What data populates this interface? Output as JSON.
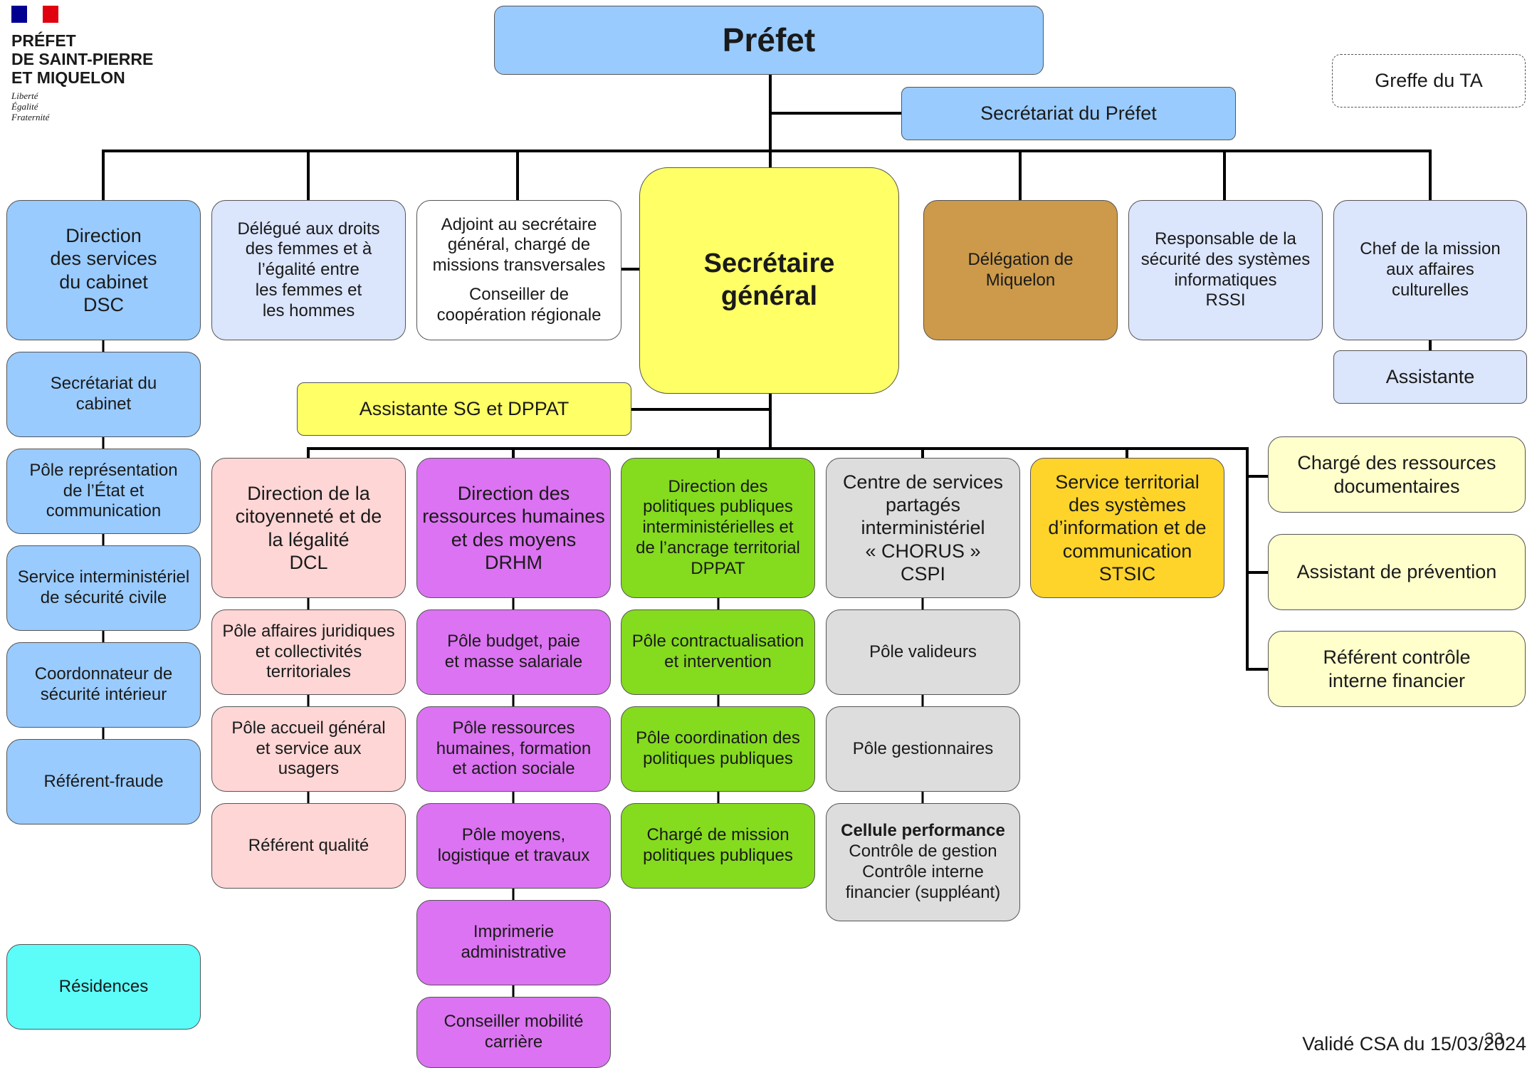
{
  "header": {
    "org_name": "PRÉFET\nDE SAINT-PIERRE\nET MIQUELON",
    "motto": "Liberté\nÉgalité\nFraternité",
    "flag_colors": [
      "#000091",
      "#ffffff",
      "#e1000f"
    ]
  },
  "top": {
    "prefet": "Préfet",
    "secretariat_prefet": "Secrétariat du Préfet",
    "greffe": "Greffe du TA"
  },
  "row1": {
    "dsc": "Direction\ndes services\ndu cabinet\nDSC",
    "delegue_droits_femmes": "Délégué aux droits\ndes femmes et à\nl’égalité entre\nles femmes et\nles hommes",
    "adjoint_sg": [
      "Adjoint au secrétaire\ngénéral, chargé de\nmissions transversales",
      "Conseiller de\ncoopération régionale"
    ],
    "secretaire_general": "Secrétaire\ngénéral",
    "delegation_miquelon": "Délégation de\nMiquelon",
    "rssi": "Responsable de la\nsécurité des systèmes\ninformatiques\nRSSI",
    "mission_culturelle": "Chef de la mission\naux affaires\nculturelles",
    "assistante_culture": "Assistante"
  },
  "cabinet": [
    "Secrétariat du\ncabinet",
    "Pôle représentation\nde l’État et\ncommunication",
    "Service interministériel\nde sécurité civile",
    "Coordonnateur de\nsécurité intérieur",
    "Référent-fraude"
  ],
  "residences": "Résidences",
  "assistante_sg": "Assistante SG et DPPAT",
  "directions": {
    "dcl": "Direction de la\ncitoyenneté et de\nla légalité\nDCL",
    "drhm": "Direction des\nressources humaines\net des moyens\nDRHM",
    "dppat": "Direction des\npolitiques publiques\ninterministérielles et\nde l’ancrage territorial\nDPPAT",
    "cspi": "Centre de services\npartagés\ninterministériel\n« CHORUS »\nCSPI",
    "stsic": "Service territorial\ndes systèmes\nd’information et de\ncommunication\nSTSIC"
  },
  "dcl_poles": [
    "Pôle affaires juridiques\net collectivités\nterritoriales",
    "Pôle accueil général\net service aux\nusagers",
    "Référent qualité"
  ],
  "drhm_poles": [
    "Pôle budget, paie\net masse salariale",
    "Pôle ressources\nhumaines, formation\net action sociale",
    "Pôle moyens,\nlogistique et travaux",
    "Imprimerie\nadministrative",
    "Conseiller mobilité\ncarrière"
  ],
  "dppat_poles": [
    "Pôle contractualisation\net intervention",
    "Pôle coordination des\npolitiques publiques",
    "Chargé de mission\npolitiques publiques"
  ],
  "cspi_poles": {
    "validateurs": "Pôle valideurs",
    "gestionnaires": "Pôle gestionnaires",
    "cellule_title": "Cellule performance",
    "cellule_body": "Contrôle de gestion\nContrôle interne\nfinancier (suppléant)"
  },
  "sg_side": [
    "Chargé des ressources\ndocumentaires",
    "Assistant de prévention",
    "Référent contrôle\ninterne financier"
  ],
  "footer": {
    "validated": "Validé  CSA du 15/03/2024",
    "page_number": "33"
  }
}
